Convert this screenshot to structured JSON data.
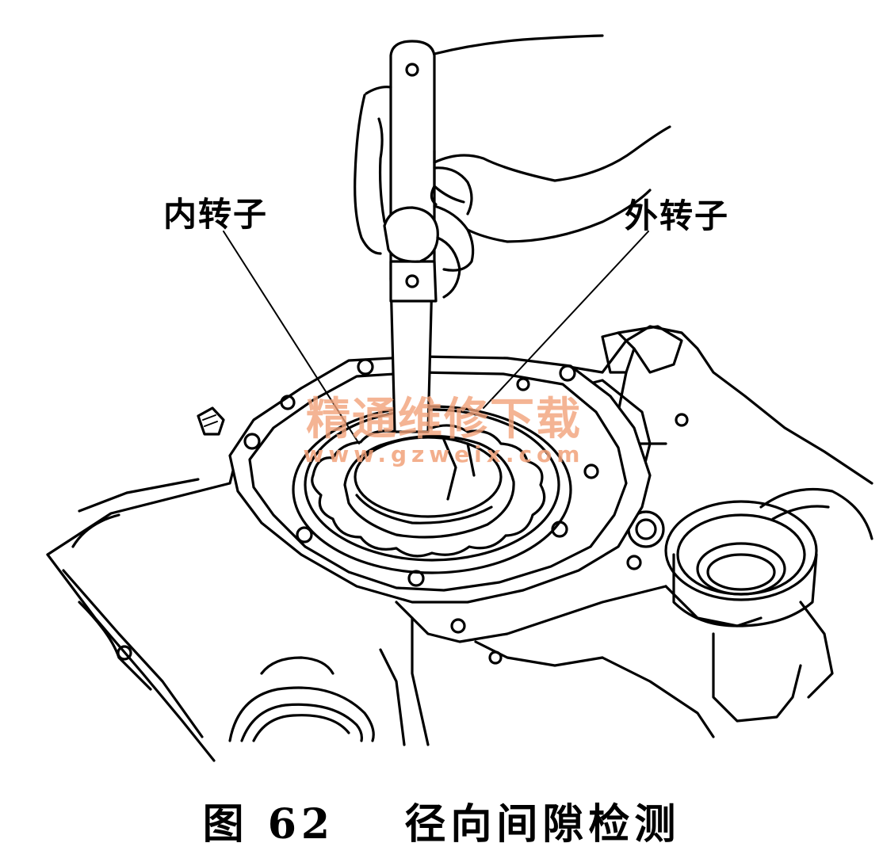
{
  "labels": {
    "inner_rotor": "内转子",
    "outer_rotor": "外转子"
  },
  "watermark": {
    "title": "精通维修下载",
    "url": "www.gzweix.com",
    "color": "#f2a27a"
  },
  "caption": {
    "figure": "图 62",
    "title": "径向间隙检测"
  }
}
